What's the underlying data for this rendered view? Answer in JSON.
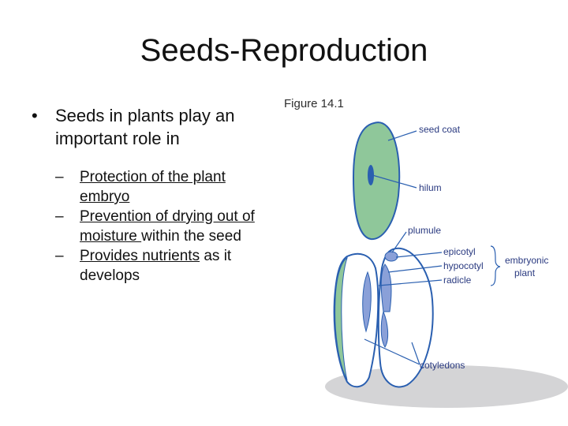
{
  "slide": {
    "title": "Seeds-Reproduction",
    "bullet": "Seeds in plants play an important role in",
    "sub_items": [
      {
        "underlined": "Protection of the plant embryo",
        "rest": ""
      },
      {
        "underlined": "Prevention of drying out of moisture ",
        "rest": "within the seed"
      },
      {
        "underlined": "Provides nutrients",
        "rest": " as it develops"
      }
    ]
  },
  "figure": {
    "caption": "Figure 14.1",
    "labels": {
      "seed_coat": "seed coat",
      "hilum": "hilum",
      "plumule": "plumule",
      "epicotyl": "epicotyl",
      "hypocotyl": "hypocotyl",
      "radicle": "radicle",
      "embryonic_plant_1": "embryonic",
      "embryonic_plant_2": "plant",
      "cotyledons": "cotyledons"
    },
    "colors": {
      "seed_green": "#8fc79a",
      "outline_blue": "#2a5fb0",
      "embryo_blue": "#8aa0d8",
      "shadow_gray": "#d4d4d6"
    }
  }
}
